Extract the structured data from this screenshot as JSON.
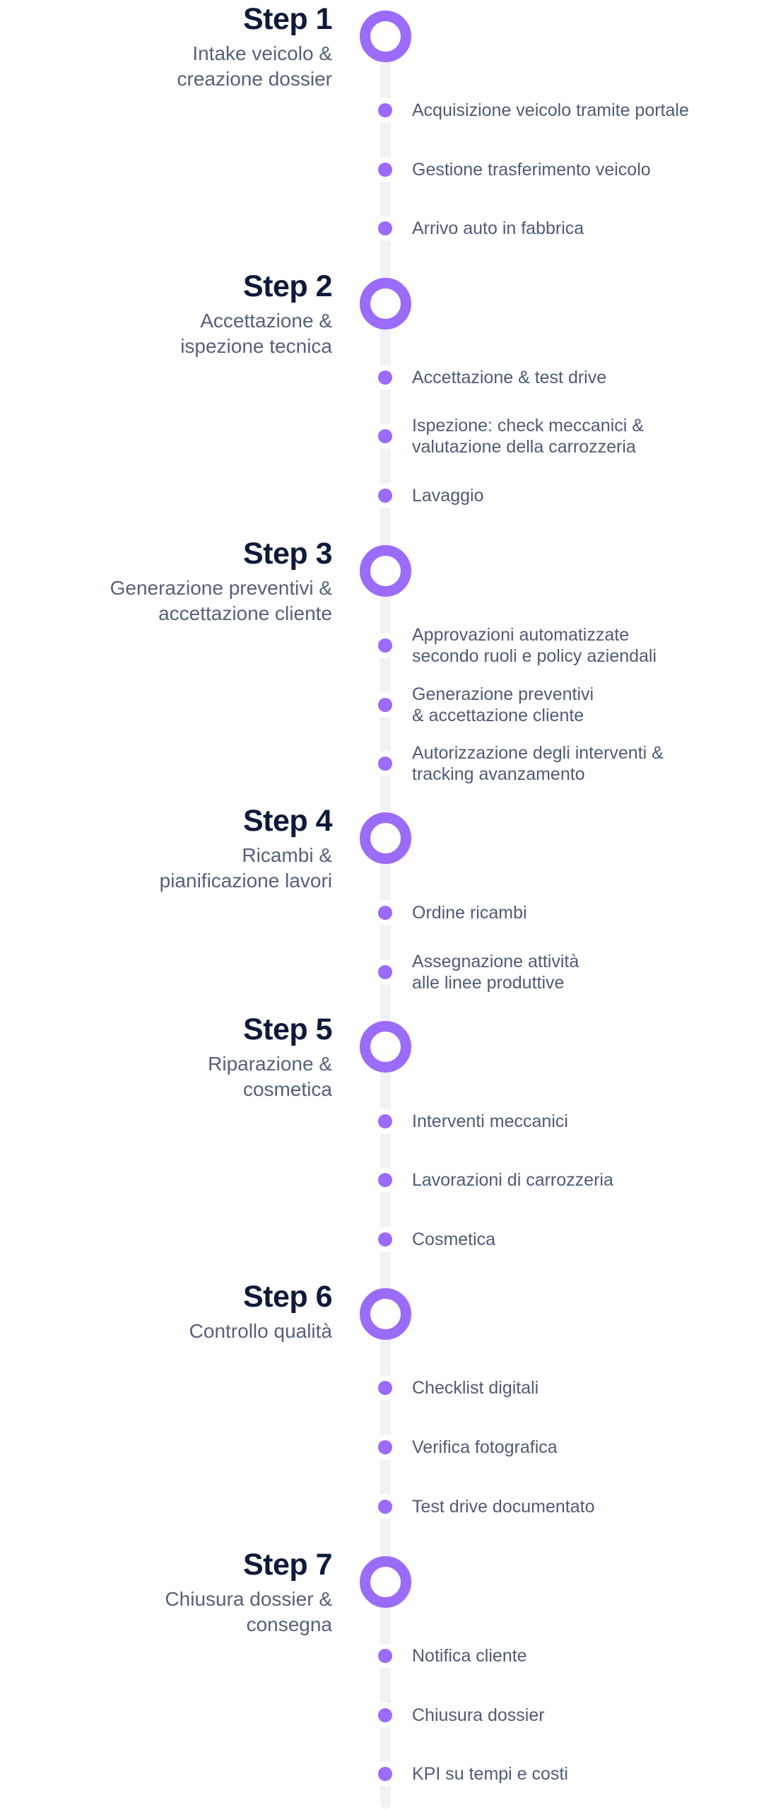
{
  "colors": {
    "accent": "#9b6bfa",
    "heading": "#0e1a3a",
    "text": "#4f5b76",
    "track": "#f2f1f7"
  },
  "steps": [
    {
      "title": "Step 1",
      "subtitle": "Intake veicolo &\ncreazione dossier",
      "items": [
        "Acquisizione veicolo tramite portale",
        "Gestione trasferimento veicolo",
        "Arrivo auto in fabbrica"
      ]
    },
    {
      "title": "Step 2",
      "subtitle": "Accettazione &\nispezione tecnica",
      "items": [
        "Accettazione & test drive",
        "Ispezione: check meccanici &\nvalutazione della carrozzeria",
        "Lavaggio"
      ]
    },
    {
      "title": "Step 3",
      "subtitle": "Generazione preventivi &\naccettazione cliente",
      "items": [
        "Approvazioni automatizzate\nsecondo ruoli e policy aziendali",
        "Generazione preventivi\n& accettazione cliente",
        "Autorizzazione degli interventi &\ntracking avanzamento"
      ]
    },
    {
      "title": "Step 4",
      "subtitle": "Ricambi &\npianificazione lavori",
      "items": [
        "Ordine ricambi",
        "Assegnazione attività\nalle linee produttive"
      ]
    },
    {
      "title": "Step 5",
      "subtitle": "Riparazione &\ncosmetica",
      "items": [
        "Interventi meccanici",
        "Lavorazioni di carrozzeria",
        "Cosmetica"
      ]
    },
    {
      "title": "Step 6",
      "subtitle": "Controllo qualità",
      "items": [
        "Checklist digitali",
        "Verifica fotografica",
        "Test drive documentato"
      ]
    },
    {
      "title": "Step 7",
      "subtitle": "Chiusura dossier &\nconsegna",
      "items": [
        "Notifica cliente",
        "Chiusura dossier",
        "KPI su tempi e costi"
      ]
    }
  ]
}
